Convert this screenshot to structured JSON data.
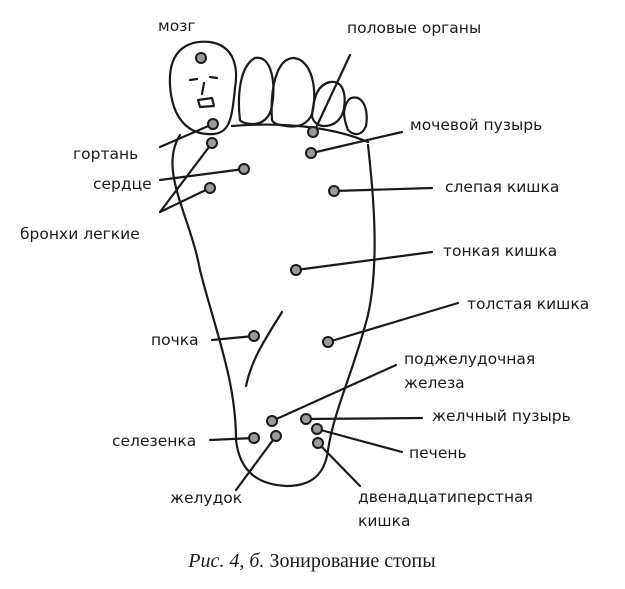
{
  "figure": {
    "labels": {
      "brain": "мозг",
      "genitals": "половые органы",
      "bladder": "мочевой пузырь",
      "larynx": "гортань",
      "heart": "сердце",
      "bronchi_lungs": "бронхи легкие",
      "cecum": "слепая кишка",
      "small_intestine": "тонкая кишка",
      "kidney": "почка",
      "large_intestine": "толстая кишка",
      "pancreas_line1": "поджелудочная",
      "pancreas_line2": "железа",
      "gallbladder": "желчный пузырь",
      "spleen": "селезенка",
      "liver": "печень",
      "stomach": "желудок",
      "duodenum_line1": "двенадцатиперстная",
      "duodenum_line2": "кишка"
    },
    "caption": {
      "prefix": "Рис. 4, б.",
      "text": " Зонирование стопы"
    }
  }
}
